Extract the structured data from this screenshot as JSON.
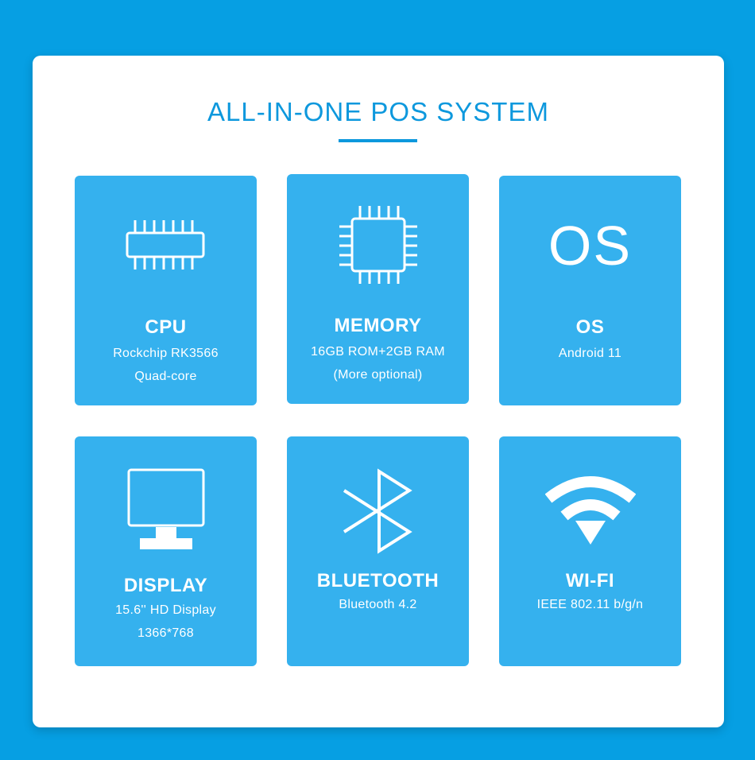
{
  "header": {
    "title": "ALL-IN-ONE POS SYSTEM"
  },
  "colors": {
    "background": "#069fe3",
    "panel": "#ffffff",
    "accent": "#0d98dd",
    "card": "#35b1ee"
  },
  "cards": [
    {
      "icon": "cpu-chip-icon",
      "title": "CPU",
      "lines": [
        "Rockchip RK3566",
        "Quad-core"
      ]
    },
    {
      "icon": "memory-chip-icon",
      "title": "MEMORY",
      "lines": [
        "16GB ROM+2GB RAM",
        "(More optional)"
      ]
    },
    {
      "icon": "os-text-icon",
      "icon_text": "OS",
      "title": "OS",
      "lines": [
        "Android 11"
      ]
    },
    {
      "icon": "monitor-icon",
      "title": "DISPLAY",
      "lines": [
        "15.6'' HD Display",
        "1366*768"
      ]
    },
    {
      "icon": "bluetooth-icon",
      "title": "BLUETOOTH",
      "lines": [
        "Bluetooth 4.2"
      ]
    },
    {
      "icon": "wifi-icon",
      "title": "WI-FI",
      "lines": [
        "IEEE 802.11 b/g/n"
      ]
    }
  ]
}
